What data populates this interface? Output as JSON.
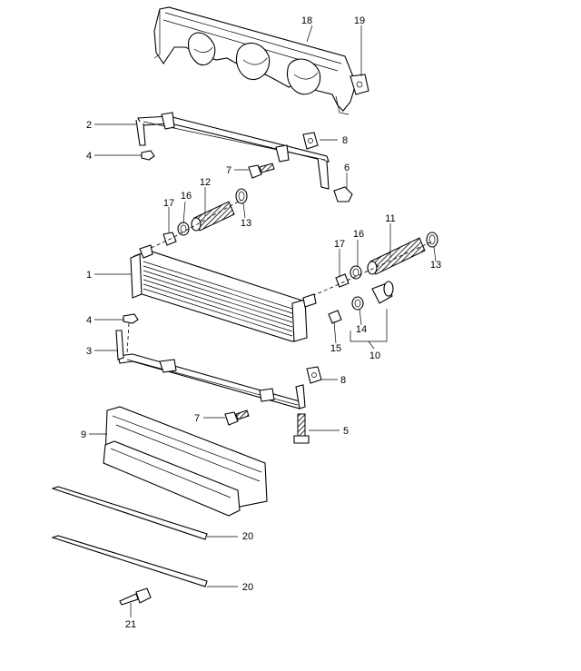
{
  "callouts": [
    {
      "id": "c1",
      "label": "1"
    },
    {
      "id": "c2",
      "label": "2"
    },
    {
      "id": "c3",
      "label": "3"
    },
    {
      "id": "c4a",
      "label": "4"
    },
    {
      "id": "c4b",
      "label": "4"
    },
    {
      "id": "c5",
      "label": "5"
    },
    {
      "id": "c6",
      "label": "6"
    },
    {
      "id": "c7a",
      "label": "7"
    },
    {
      "id": "c7b",
      "label": "7"
    },
    {
      "id": "c8a",
      "label": "8"
    },
    {
      "id": "c8b",
      "label": "8"
    },
    {
      "id": "c9",
      "label": "9"
    },
    {
      "id": "c10",
      "label": "10"
    },
    {
      "id": "c11",
      "label": "11"
    },
    {
      "id": "c12",
      "label": "12"
    },
    {
      "id": "c13a",
      "label": "13"
    },
    {
      "id": "c13b",
      "label": "13"
    },
    {
      "id": "c14",
      "label": "14"
    },
    {
      "id": "c15",
      "label": "15"
    },
    {
      "id": "c16a",
      "label": "16"
    },
    {
      "id": "c16b",
      "label": "16"
    },
    {
      "id": "c17a",
      "label": "17"
    },
    {
      "id": "c17b",
      "label": "17"
    },
    {
      "id": "c18",
      "label": "18"
    },
    {
      "id": "c19",
      "label": "19"
    },
    {
      "id": "c20a",
      "label": "20"
    },
    {
      "id": "c20b",
      "label": "20"
    },
    {
      "id": "c21",
      "label": "21"
    }
  ]
}
